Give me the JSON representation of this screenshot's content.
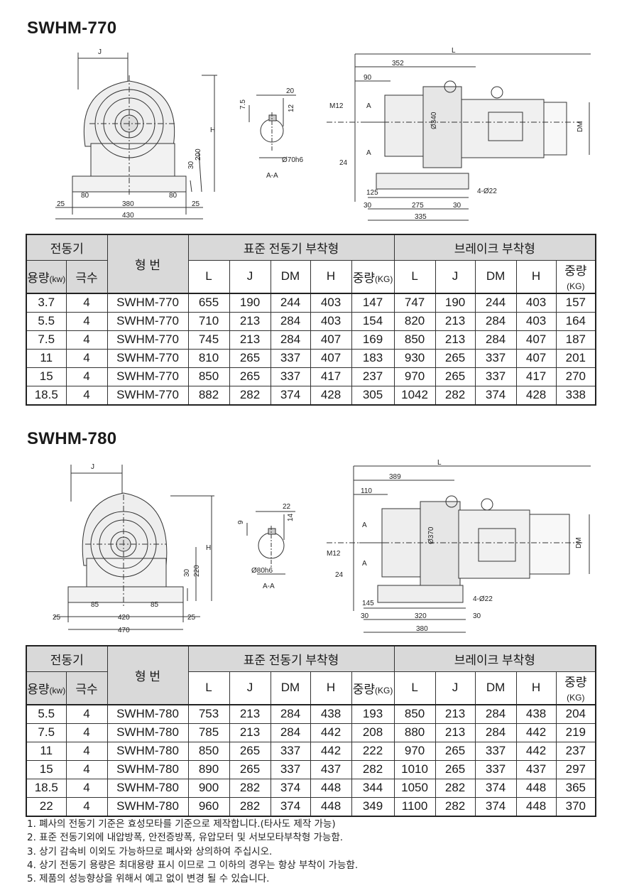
{
  "sections": [
    {
      "title": "SWHM-770",
      "drawing": {
        "front": {
          "J": "J",
          "H": "H",
          "d200": "200",
          "d30": "30",
          "d80a": "80",
          "d80b": "80",
          "d25a": "25",
          "d380": "380",
          "d25b": "25",
          "d430": "430"
        },
        "shaft": {
          "d20": "20",
          "d12": "12",
          "d75": "7.5",
          "dia": "Ø70h6",
          "aa": "A-A"
        },
        "side": {
          "L": "L",
          "d352": "352",
          "d90": "90",
          "m12": "M12",
          "a1": "A",
          "a2": "A",
          "d340": "Ø340",
          "dm": "DM",
          "d24": "24",
          "d125": "125",
          "d30a": "30",
          "d275": "275",
          "d30b": "30",
          "d335": "335",
          "holes": "4-Ø22"
        }
      },
      "table": {
        "h_motor": "전동기",
        "h_model": "형  번",
        "h_std": "표준 전동기 부착형",
        "h_brake": "브레이크 부착형",
        "h_cap": "용량",
        "h_cap_unit": "(kw)",
        "h_pole": "극수",
        "cols": [
          "L",
          "J",
          "DM",
          "H",
          "중량"
        ],
        "weight_unit": "(KG)",
        "rows": [
          [
            "3.7",
            "4",
            "SWHM-770",
            "655",
            "190",
            "244",
            "403",
            "147",
            "747",
            "190",
            "244",
            "403",
            "157"
          ],
          [
            "5.5",
            "4",
            "SWHM-770",
            "710",
            "213",
            "284",
            "403",
            "154",
            "820",
            "213",
            "284",
            "403",
            "164"
          ],
          [
            "7.5",
            "4",
            "SWHM-770",
            "745",
            "213",
            "284",
            "407",
            "169",
            "850",
            "213",
            "284",
            "407",
            "187"
          ],
          [
            "11",
            "4",
            "SWHM-770",
            "810",
            "265",
            "337",
            "407",
            "183",
            "930",
            "265",
            "337",
            "407",
            "201"
          ],
          [
            "15",
            "4",
            "SWHM-770",
            "850",
            "265",
            "337",
            "417",
            "237",
            "970",
            "265",
            "337",
            "417",
            "270"
          ],
          [
            "18.5",
            "4",
            "SWHM-770",
            "882",
            "282",
            "374",
            "428",
            "305",
            "1042",
            "282",
            "374",
            "428",
            "338"
          ]
        ]
      }
    },
    {
      "title": "SWHM-780",
      "drawing": {
        "front": {
          "J": "J",
          "H": "H",
          "d220": "220",
          "d30": "30",
          "d85a": "85",
          "d85b": "85",
          "d25a": "25",
          "d420": "420",
          "d25b": "25",
          "d470": "470"
        },
        "shaft": {
          "d22": "22",
          "d14": "14",
          "d9": "9",
          "dia": "Ø80h6",
          "aa": "A-A"
        },
        "side": {
          "L": "L",
          "d389": "389",
          "d110": "110",
          "m12": "M12",
          "a1": "A",
          "a2": "A",
          "d370": "Ø370",
          "dm": "DM",
          "d24": "24",
          "d145": "145",
          "d30a": "30",
          "d320": "320",
          "d30b": "30",
          "d380": "380",
          "holes": "4-Ø22"
        }
      },
      "table": {
        "h_motor": "전동기",
        "h_model": "형  번",
        "h_std": "표준 전동기 부착형",
        "h_brake": "브레이크 부착형",
        "h_cap": "용량",
        "h_cap_unit": "(kw)",
        "h_pole": "극수",
        "cols": [
          "L",
          "J",
          "DM",
          "H",
          "중량"
        ],
        "weight_unit": "(KG)",
        "rows": [
          [
            "5.5",
            "4",
            "SWHM-780",
            "753",
            "213",
            "284",
            "438",
            "193",
            "850",
            "213",
            "284",
            "438",
            "204"
          ],
          [
            "7.5",
            "4",
            "SWHM-780",
            "785",
            "213",
            "284",
            "442",
            "208",
            "880",
            "213",
            "284",
            "442",
            "219"
          ],
          [
            "11",
            "4",
            "SWHM-780",
            "850",
            "265",
            "337",
            "442",
            "222",
            "970",
            "265",
            "337",
            "442",
            "237"
          ],
          [
            "15",
            "4",
            "SWHM-780",
            "890",
            "265",
            "337",
            "437",
            "282",
            "1010",
            "265",
            "337",
            "437",
            "297"
          ],
          [
            "18.5",
            "4",
            "SWHM-780",
            "900",
            "282",
            "374",
            "448",
            "344",
            "1050",
            "282",
            "374",
            "448",
            "365"
          ],
          [
            "22",
            "4",
            "SWHM-780",
            "960",
            "282",
            "374",
            "448",
            "349",
            "1100",
            "282",
            "374",
            "448",
            "370"
          ]
        ]
      }
    }
  ],
  "notes": [
    "1. 폐사의 전동기 기준은 효성모타를 기준으로 제작합니다.(타사도 제작 가능)",
    "2. 표준 전동기외에 내압방폭, 안전증방폭, 유압모터 및 서보모타부착형 가능함.",
    "3. 상기 감속비 이외도 가능하므로 폐사와 상의하여 주십시오.",
    "4. 상기 전동기 용량은 최대용량 표시 이므로 그 이하의 경우는 항상 부착이 가능함.",
    "5. 제품의 성능향상을 위해서 예고 없이 변경 될 수 있습니다."
  ]
}
